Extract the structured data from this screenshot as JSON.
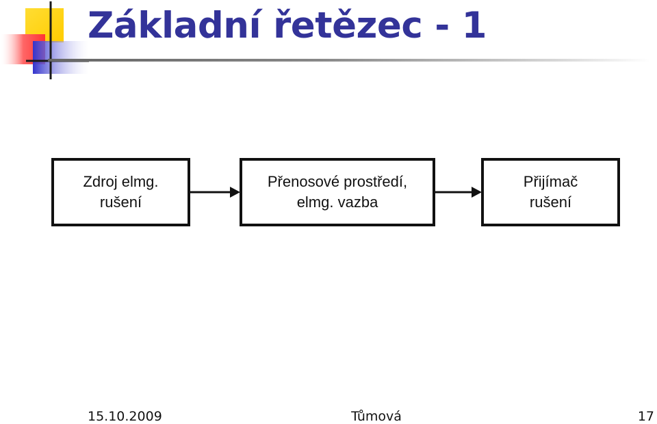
{
  "slide": {
    "title": "Základní řetězec - 1"
  },
  "diagram": {
    "boxes": [
      {
        "line1": "Zdroj elmg.",
        "line2": "rušení"
      },
      {
        "line1": "Přenosové prostředí,",
        "line2": "elmg. vazba"
      },
      {
        "line1": "Přijímač",
        "line2": "rušení"
      }
    ]
  },
  "footer": {
    "date": "15.10.2009",
    "author": "Tůmová",
    "page": "17"
  },
  "colors": {
    "title": "#333399",
    "deco_yellow": "#ffcc00",
    "deco_red": "#ff3333",
    "deco_blue": "#3333cc",
    "line": "#111111"
  }
}
